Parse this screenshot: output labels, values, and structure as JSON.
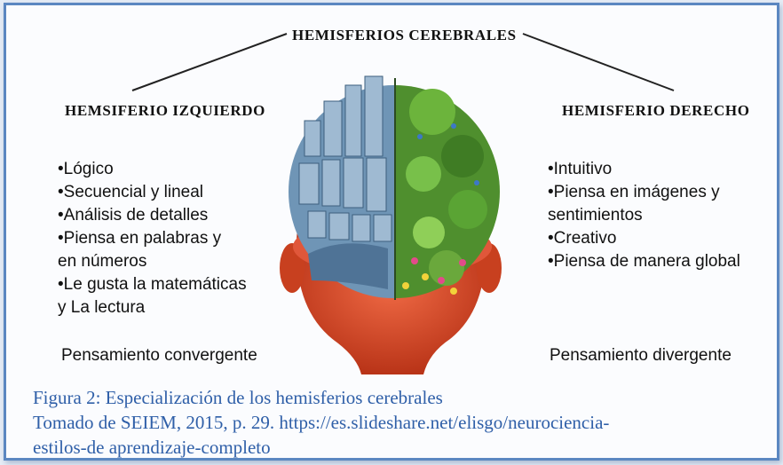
{
  "title": "HEMISFERIOS CEREBRALES",
  "left": {
    "title": "HEMSIFERIO IZQUIERDO",
    "items": [
      "•Lógico",
      "•Secuencial y lineal",
      "•Análisis de detalles",
      "•Piensa en palabras y",
      "en números",
      "•Le gusta la matemáticas",
      " y La lectura"
    ],
    "thinking": "Pensamiento convergente"
  },
  "right": {
    "title": "HEMISFERIO DERECHO",
    "items": [
      "•Intuitivo",
      "•Piensa en imágenes y",
      "sentimientos",
      "•Creativo",
      "•Piensa de manera global"
    ],
    "thinking": "Pensamiento divergente"
  },
  "caption": {
    "line1": "Figura 2: Especialización de los hemisferios cerebrales",
    "line2": "Tomado de SEIEM, 2015, p. 29. https://es.slideshare.net/elisgo/neurociencia-",
    "line3": "estilos-de aprendizaje-completo"
  },
  "colors": {
    "frame_border": "#5b87c1",
    "caption_text": "#2f5fa8",
    "left_brain": "#6f95b6",
    "right_brain": "#4f8f2e",
    "skin": "#d84a2c"
  }
}
